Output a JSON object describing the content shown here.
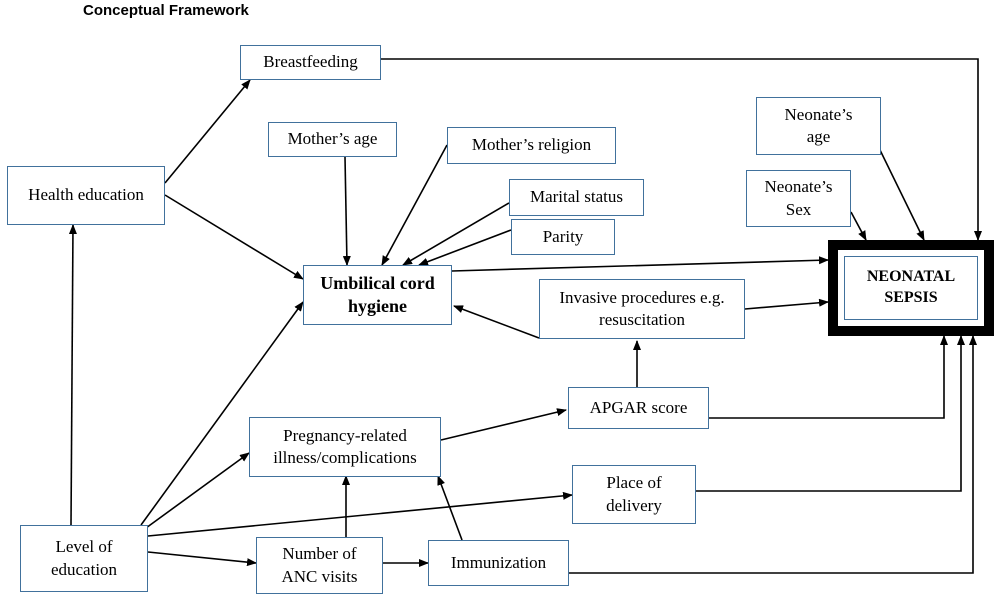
{
  "heading": "Conceptual Framework",
  "nodes": {
    "breastfeeding": "Breastfeeding",
    "health_education": "Health education",
    "mothers_age": "Mother’s age",
    "mothers_religion": "Mother’s religion",
    "marital_status": "Marital status",
    "parity": "Parity",
    "umbilical_cord_hygiene": "Umbilical cord\nhygiene",
    "neonates_age": "Neonate’s\nage",
    "neonates_sex": "Neonate’s\nSex",
    "neonatal_sepsis": "NEONATAL\nSEPSIS",
    "invasive_procedures": "Invasive procedures e.g.\nresuscitation",
    "apgar_score": "APGAR score",
    "pregnancy_related_illness": "Pregnancy-related\nillness/complications",
    "place_of_delivery": "Place of\ndelivery",
    "level_of_education": "Level of\neducation",
    "number_of_anc_visits": "Number of\nANC visits",
    "immunization": "Immunization"
  }
}
